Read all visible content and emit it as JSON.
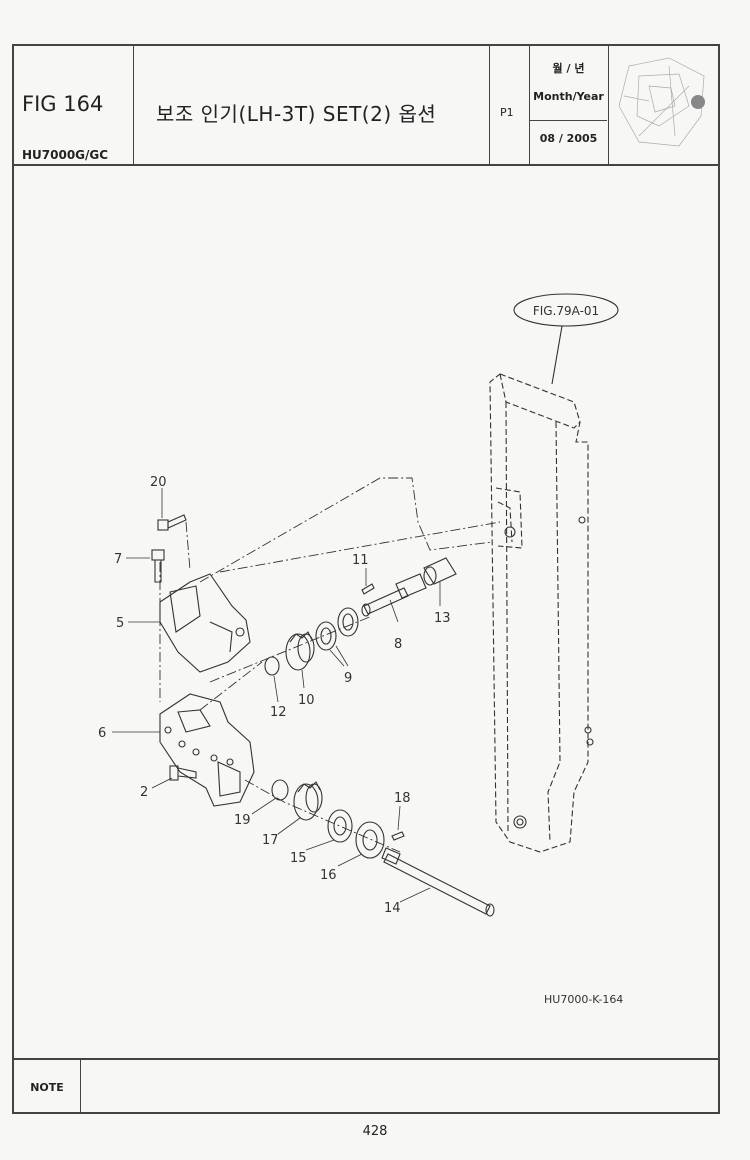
{
  "header": {
    "fig_no": "FIG 164",
    "model": "HU7000G/GC",
    "title": "보조 인기(LH-3T) SET(2) 옵션",
    "page_ref": "P1",
    "date_label_kr": "월 / 년",
    "date_label_en": "Month/Year",
    "date_value": "08 / 2005"
  },
  "diagram": {
    "ref_label": "FIG.79A-01",
    "drawing_code": "HU7000-K-164",
    "callouts": [
      "20",
      "7",
      "5",
      "6",
      "2",
      "11",
      "8",
      "13",
      "9",
      "10",
      "12",
      "19",
      "17",
      "15",
      "16",
      "18",
      "14"
    ]
  },
  "note_label": "NOTE",
  "page_number": "428"
}
